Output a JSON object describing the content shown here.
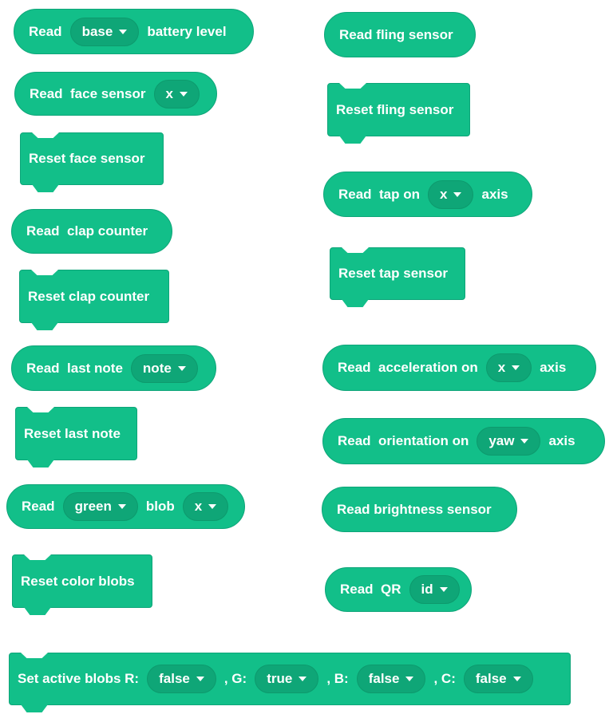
{
  "colors": {
    "block": "#12bf89",
    "dropdown": "#0fa677"
  },
  "blocks": [
    {
      "id": "read-battery",
      "kind": "reporter",
      "parts": [
        {
          "t": "Read"
        },
        {
          "d": "base"
        },
        {
          "t": "battery level"
        }
      ]
    },
    {
      "id": "read-face",
      "kind": "reporter",
      "parts": [
        {
          "t": "Read  face sensor"
        },
        {
          "d": "x"
        }
      ]
    },
    {
      "id": "reset-face",
      "kind": "stmt",
      "parts": [
        {
          "t": "Reset face sensor"
        }
      ]
    },
    {
      "id": "read-clap",
      "kind": "reporter",
      "parts": [
        {
          "t": "Read  clap counter"
        }
      ]
    },
    {
      "id": "reset-clap",
      "kind": "stmt",
      "parts": [
        {
          "t": "Reset clap counter"
        }
      ]
    },
    {
      "id": "read-note",
      "kind": "reporter",
      "parts": [
        {
          "t": "Read  last note"
        },
        {
          "d": "note"
        }
      ]
    },
    {
      "id": "reset-note",
      "kind": "stmt",
      "parts": [
        {
          "t": "Reset last note"
        }
      ]
    },
    {
      "id": "read-blob",
      "kind": "reporter",
      "parts": [
        {
          "t": "Read"
        },
        {
          "d": "green"
        },
        {
          "t": "blob"
        },
        {
          "d": "x"
        }
      ]
    },
    {
      "id": "reset-blobs",
      "kind": "stmt",
      "parts": [
        {
          "t": "Reset color blobs"
        }
      ]
    },
    {
      "id": "read-fling",
      "kind": "reporter",
      "parts": [
        {
          "t": "Read fling sensor"
        }
      ]
    },
    {
      "id": "reset-fling",
      "kind": "stmt",
      "parts": [
        {
          "t": "Reset fling sensor"
        }
      ]
    },
    {
      "id": "read-tap",
      "kind": "reporter",
      "parts": [
        {
          "t": "Read  tap on"
        },
        {
          "d": "x"
        },
        {
          "t": "axis"
        }
      ]
    },
    {
      "id": "reset-tap",
      "kind": "stmt",
      "parts": [
        {
          "t": "Reset tap sensor"
        }
      ]
    },
    {
      "id": "read-accel",
      "kind": "reporter",
      "parts": [
        {
          "t": "Read  acceleration on"
        },
        {
          "d": "x"
        },
        {
          "t": "axis"
        }
      ]
    },
    {
      "id": "read-orient",
      "kind": "reporter",
      "parts": [
        {
          "t": "Read  orientation on"
        },
        {
          "d": "yaw"
        },
        {
          "t": "axis"
        }
      ]
    },
    {
      "id": "read-bright",
      "kind": "reporter",
      "parts": [
        {
          "t": "Read brightness sensor"
        }
      ]
    },
    {
      "id": "read-qr",
      "kind": "reporter",
      "parts": [
        {
          "t": "Read  QR"
        },
        {
          "d": "id"
        }
      ]
    },
    {
      "id": "set-blobs",
      "kind": "stmt",
      "parts": [
        {
          "t": "Set active blobs R:"
        },
        {
          "d": "false"
        },
        {
          "t": ", G:"
        },
        {
          "d": "true"
        },
        {
          "t": ", B:"
        },
        {
          "d": "false"
        },
        {
          "t": ", C:"
        },
        {
          "d": "false"
        }
      ]
    }
  ]
}
